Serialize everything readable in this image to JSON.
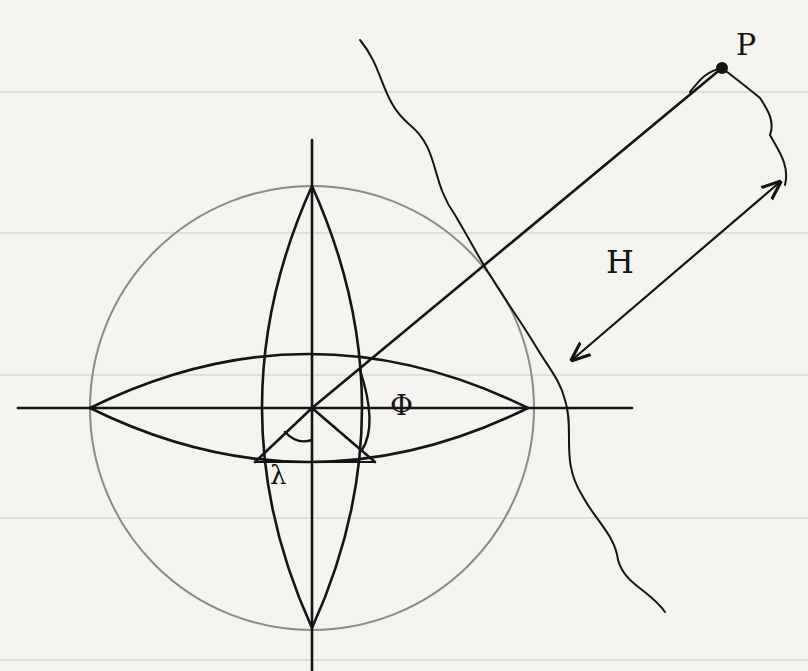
{
  "diagram": {
    "labels": [
      "P",
      "H",
      "Φ",
      "λ"
    ]
  }
}
